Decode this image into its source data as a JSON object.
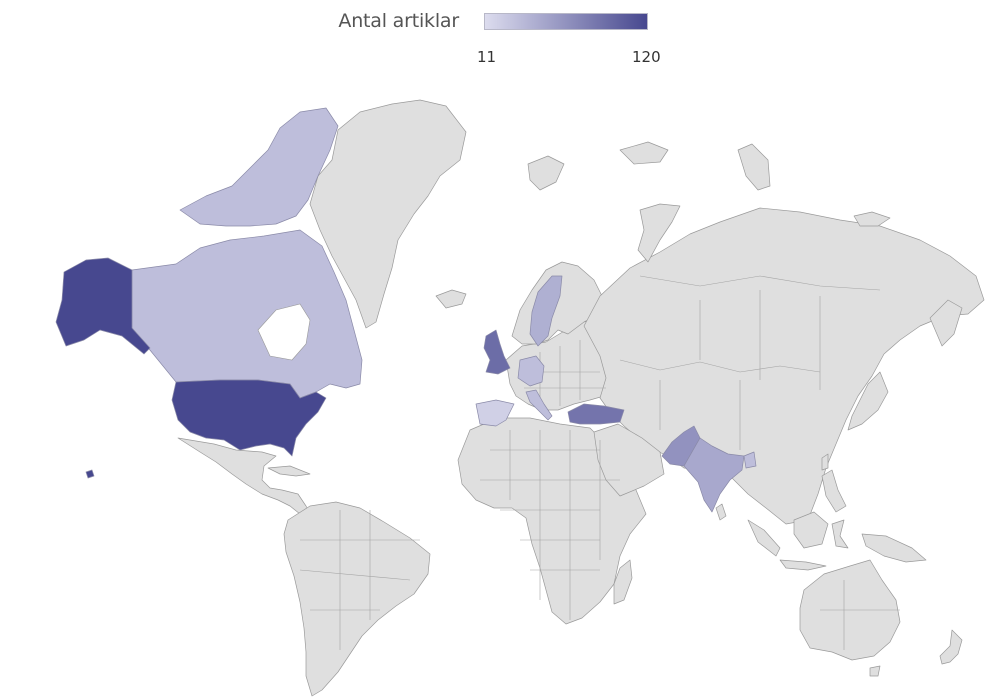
{
  "legend": {
    "title": "Antal artiklar",
    "min_label": "11",
    "max_label": "120",
    "min_value": 11,
    "max_value": 120,
    "color_low": "#dcdcee",
    "color_high": "#47488f"
  },
  "colors": {
    "no_data": "#dfdfdf",
    "background": "#ffffff"
  },
  "countries": [
    {
      "name": "United States",
      "level": 1.0
    },
    {
      "name": "United Kingdom",
      "level": 0.75
    },
    {
      "name": "Turkey",
      "level": 0.7
    },
    {
      "name": "Pakistan",
      "level": 0.5
    },
    {
      "name": "India",
      "level": 0.35
    },
    {
      "name": "Sweden",
      "level": 0.3
    },
    {
      "name": "Canada",
      "level": 0.2
    },
    {
      "name": "Germany",
      "level": 0.2
    },
    {
      "name": "Italy",
      "level": 0.2
    },
    {
      "name": "Bangladesh",
      "level": 0.2
    },
    {
      "name": "Spain",
      "level": 0.08
    }
  ]
}
